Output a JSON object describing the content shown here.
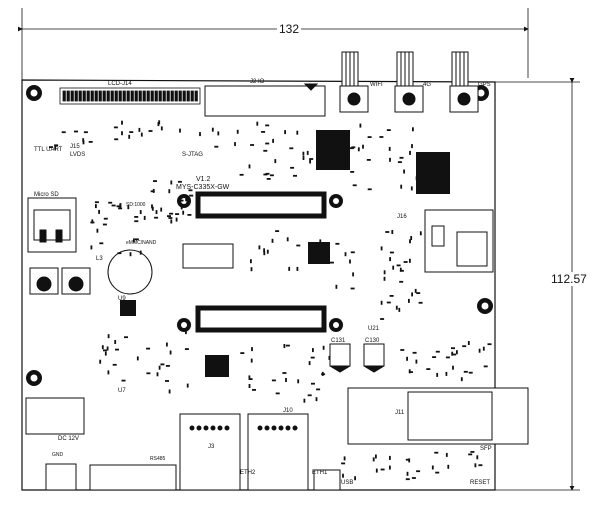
{
  "dimensions": {
    "width_label": "132",
    "height_label": "112.57"
  },
  "board": {
    "version": "V1.2",
    "model": "MYS-C335X-GW",
    "silk_labels": {
      "lcd": "LCD-J14",
      "ttl_uart": "TTL UART",
      "micro_sd": "Micro SD",
      "jtag": "S-JTAG",
      "wifi": "WIFI",
      "4g": "4G",
      "gps": "GPS",
      "sfp": "SFP",
      "eth1": "ETH1",
      "eth2": "ETH2",
      "usb": "USB",
      "reset": "RESET",
      "dc": "DC 12V",
      "emmc": "eMMC/NAND",
      "sd_boot": "SD:1000",
      "rs485": "RS485",
      "gnd": "GND",
      "io": "J2 IO",
      "u7": "U7",
      "u21": "U21",
      "j11": "J11",
      "j16": "J16",
      "j10": "J10",
      "c131": "C131",
      "c130": "C130",
      "lvds": "LVDS",
      "j15": "J15",
      "mcu": "U9",
      "l3": "L3",
      "j3": "J3"
    }
  }
}
